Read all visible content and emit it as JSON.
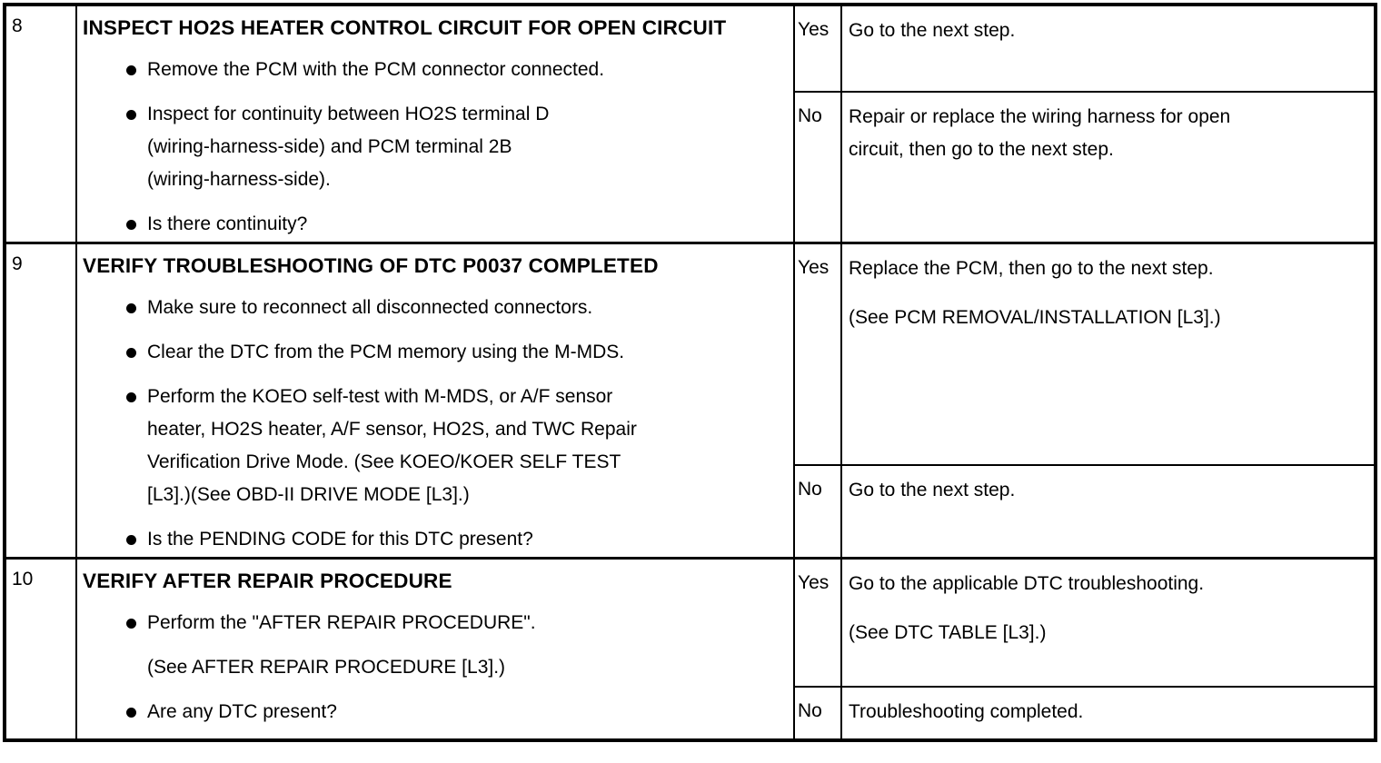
{
  "table": {
    "rows": [
      {
        "step": "8",
        "title": "INSPECT HO2S HEATER CONTROL CIRCUIT FOR OPEN CIRCUIT",
        "bullets": [
          "Remove the PCM with the PCM connector connected.",
          "Inspect for continuity between HO2S terminal D\n(wiring-harness-side) and PCM terminal 2B\n(wiring-harness-side).",
          "Is there continuity?"
        ],
        "yes_label": "Yes",
        "yes_action": [
          "Go to the next step."
        ],
        "no_label": "No",
        "no_action": [
          "Repair or replace the wiring harness for open\ncircuit, then go to the next step."
        ]
      },
      {
        "step": "9",
        "title": "VERIFY TROUBLESHOOTING OF DTC P0037 COMPLETED",
        "bullets": [
          "Make sure to reconnect all disconnected connectors.",
          "Clear the DTC from the PCM memory using the M-MDS.",
          "Perform the KOEO self-test with M-MDS, or A/F sensor\nheater, HO2S heater, A/F sensor, HO2S, and TWC Repair\nVerification Drive Mode. (See KOEO/KOER SELF TEST\n[L3].)(See OBD-II DRIVE MODE [L3].)",
          "Is the PENDING CODE for this DTC present?"
        ],
        "yes_label": "Yes",
        "yes_action": [
          "Replace the PCM, then go to the next step.",
          "(See PCM REMOVAL/INSTALLATION [L3].)"
        ],
        "no_label": "No",
        "no_action": [
          "Go to the next step."
        ]
      },
      {
        "step": "10",
        "title": "VERIFY AFTER REPAIR PROCEDURE",
        "bullets": [
          "Perform the \"AFTER REPAIR PROCEDURE\".",
          "(See AFTER REPAIR PROCEDURE [L3].)",
          "Are any DTC present?"
        ],
        "yes_label": "Yes",
        "yes_action": [
          "Go to the applicable DTC troubleshooting.",
          "(See DTC TABLE [L3].)"
        ],
        "no_label": "No",
        "no_action": [
          "Troubleshooting completed."
        ]
      }
    ]
  }
}
